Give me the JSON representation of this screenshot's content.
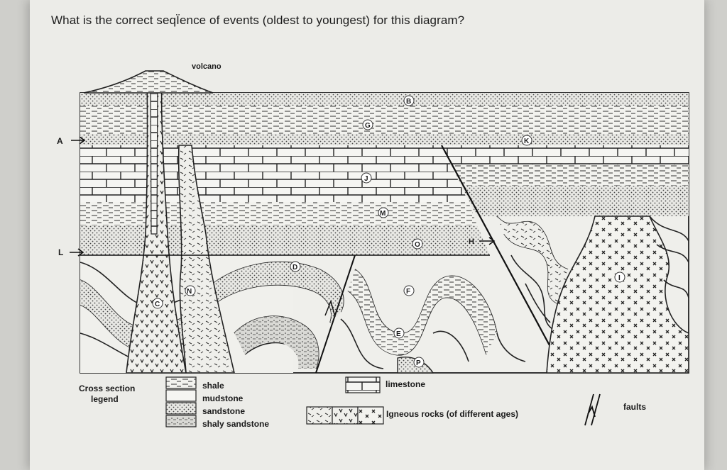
{
  "question": "What is the correct seqЇence of events (oldest to youngest) for this diagram?",
  "labels": {
    "volcano": "volcano",
    "A": "A",
    "L": "L",
    "B": "B",
    "G": "G",
    "K": "K",
    "J": "J",
    "M": "M",
    "O": "O",
    "H": "H",
    "D": "D",
    "N": "N",
    "C": "C",
    "F": "F",
    "E": "E",
    "P": "P",
    "I": "I"
  },
  "legend": {
    "title_line1": "Cross section",
    "title_line2": "legend",
    "shale": "shale",
    "mudstone": "mudstone",
    "sandstone": "sandstone",
    "shaly_sandstone": "shaly sandstone",
    "limestone": "limestone",
    "igneous": "Igneous rocks (of different ages)",
    "faults": "faults"
  }
}
